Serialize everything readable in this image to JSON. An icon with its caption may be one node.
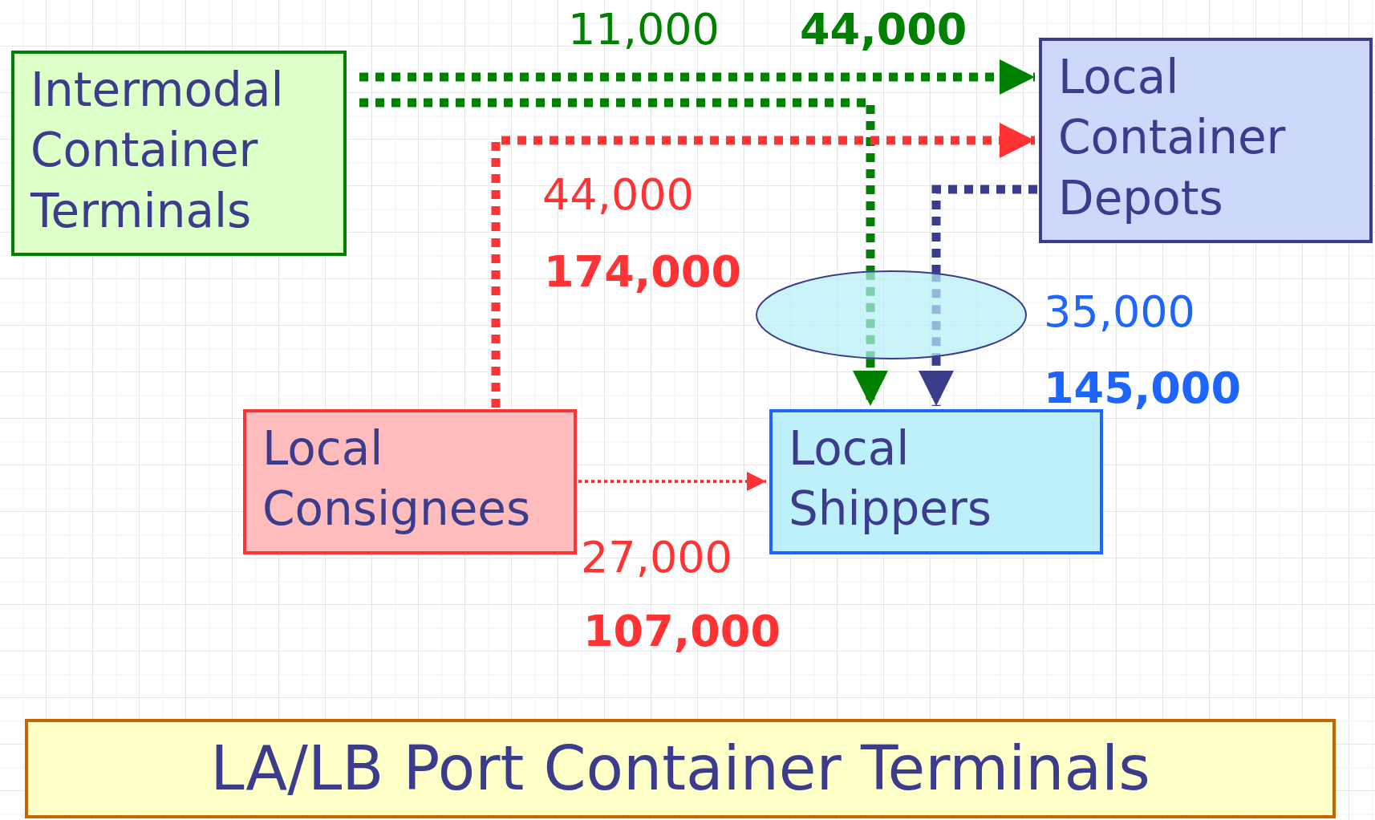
{
  "diagram": {
    "nodes": [
      {
        "text": [
          "Intermodal Container Terminals"
        ]
      },
      {
        "text": [
          "Local Container Depots"
        ]
      },
      {
        "text": [
          "Local Consignees"
        ]
      },
      {
        "text": [
          "Local Shippers"
        ]
      },
      {
        "text": [],
        "shape": "ellipse"
      },
      {
        "text": [
          "LA/LB Port Container Terminals"
        ]
      }
    ],
    "edges": [
      {
        "from": 0,
        "to": 1,
        "arrow": "to",
        "style": "dashed",
        "color": "#008000"
      },
      {
        "from": 0,
        "to": 4,
        "arrow": "none",
        "style": "dashed",
        "color": "#008000"
      },
      {
        "from": 4,
        "to": 3,
        "arrow": "to",
        "style": "dashed",
        "color": "#008000"
      },
      {
        "from": 2,
        "to": 1,
        "arrow": "to",
        "style": "dashed",
        "color": "#ff3333"
      },
      {
        "from": 1,
        "to": 4,
        "arrow": "none",
        "style": "dashed",
        "color": "#3c3c8c"
      },
      {
        "from": 4,
        "to": 3,
        "arrow": "to",
        "style": "dashed",
        "color": "#3c3c8c"
      },
      {
        "from": 2,
        "to": 3,
        "arrow": "to",
        "style": "dashed",
        "color": "#ff3333"
      }
    ],
    "labels": [
      "11,000",
      "44,000",
      "44,000",
      "174,000",
      "35,000",
      "145,000",
      "27,000",
      "107,000"
    ]
  }
}
